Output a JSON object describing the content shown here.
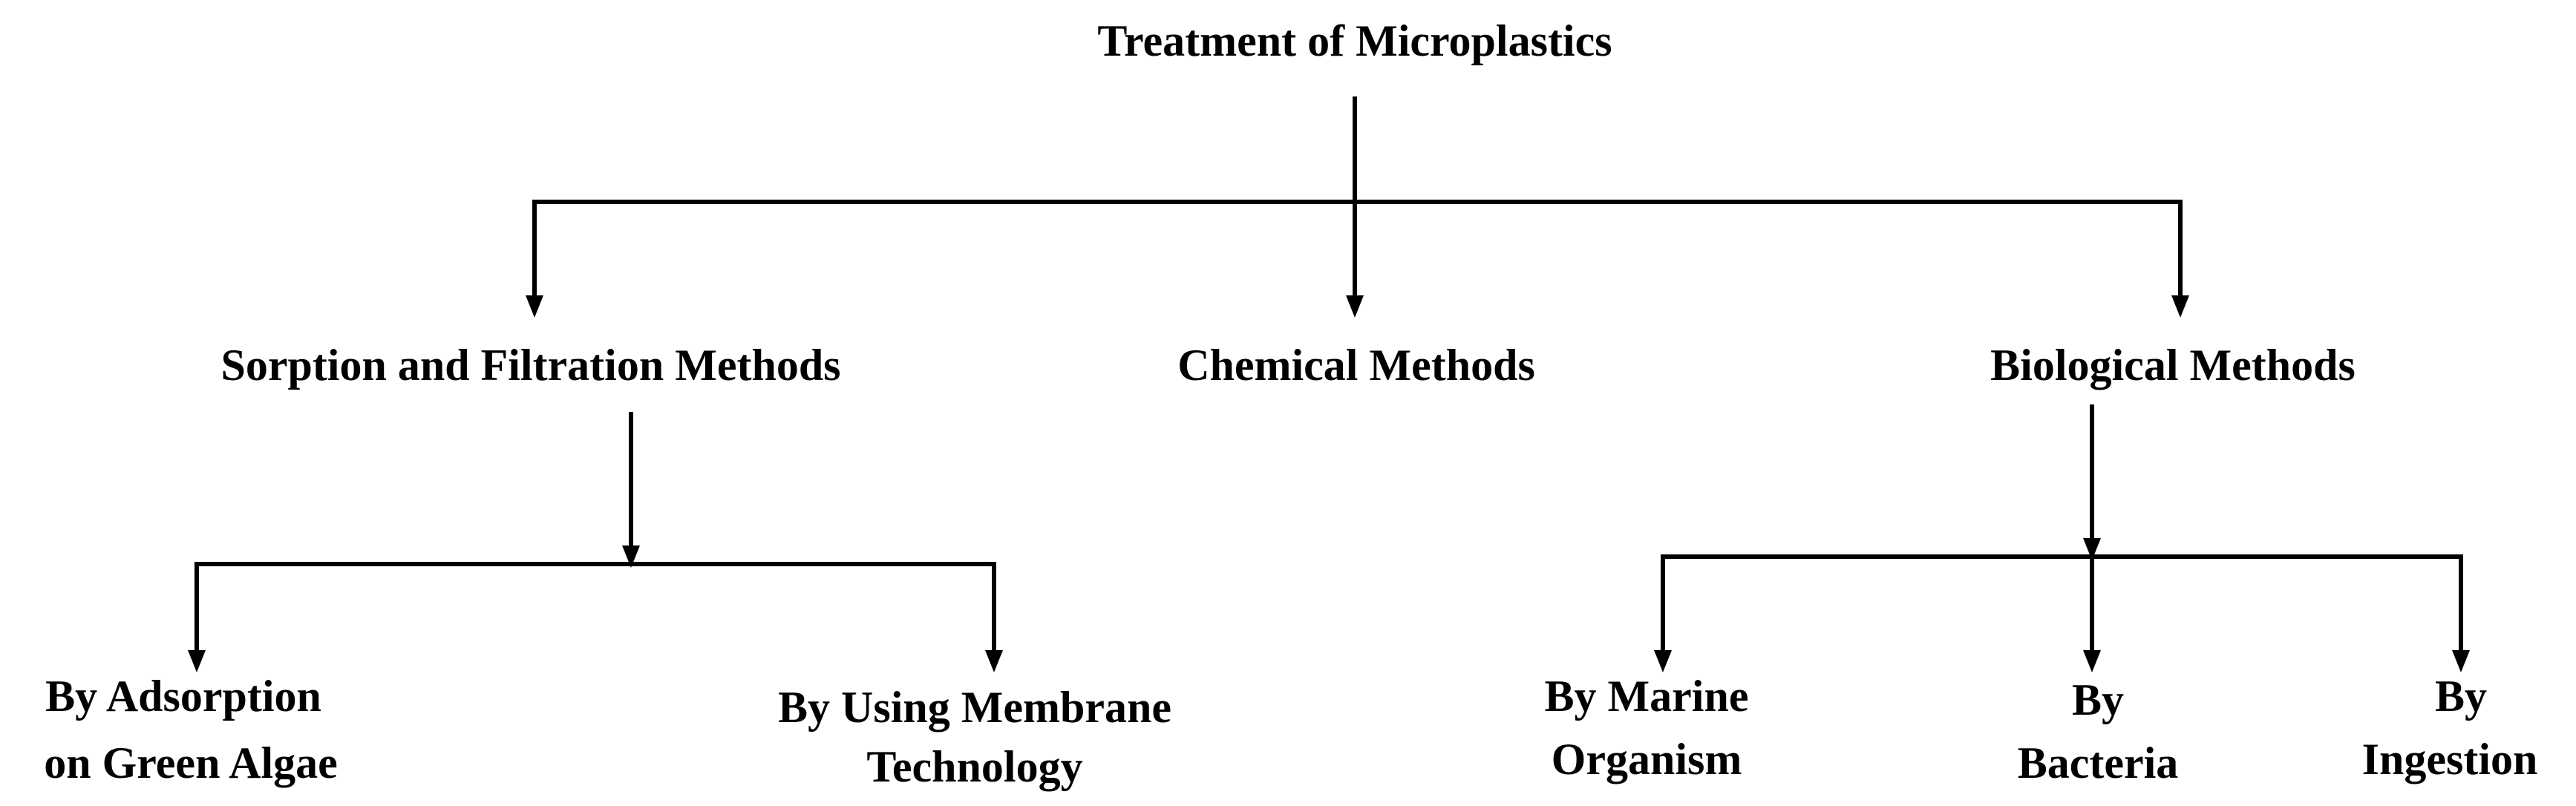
{
  "root": {
    "label": "Treatment of Microplastics"
  },
  "methods": [
    {
      "label": "Sorption and Filtration Methods",
      "children": [
        {
          "lines": [
            "By Adsorption",
            "on Green Algae"
          ]
        },
        {
          "lines": [
            "By Using Membrane",
            "Technology"
          ]
        }
      ]
    },
    {
      "label": "Chemical Methods",
      "children": []
    },
    {
      "label": "Biological Methods",
      "children": [
        {
          "lines": [
            "By Marine",
            "Organism"
          ]
        },
        {
          "lines": [
            "By",
            "Bacteria"
          ]
        },
        {
          "lines": [
            "By",
            "Ingestion"
          ]
        }
      ]
    }
  ],
  "colors": {
    "line": "#000000",
    "text": "#000000",
    "background": "#ffffff"
  }
}
